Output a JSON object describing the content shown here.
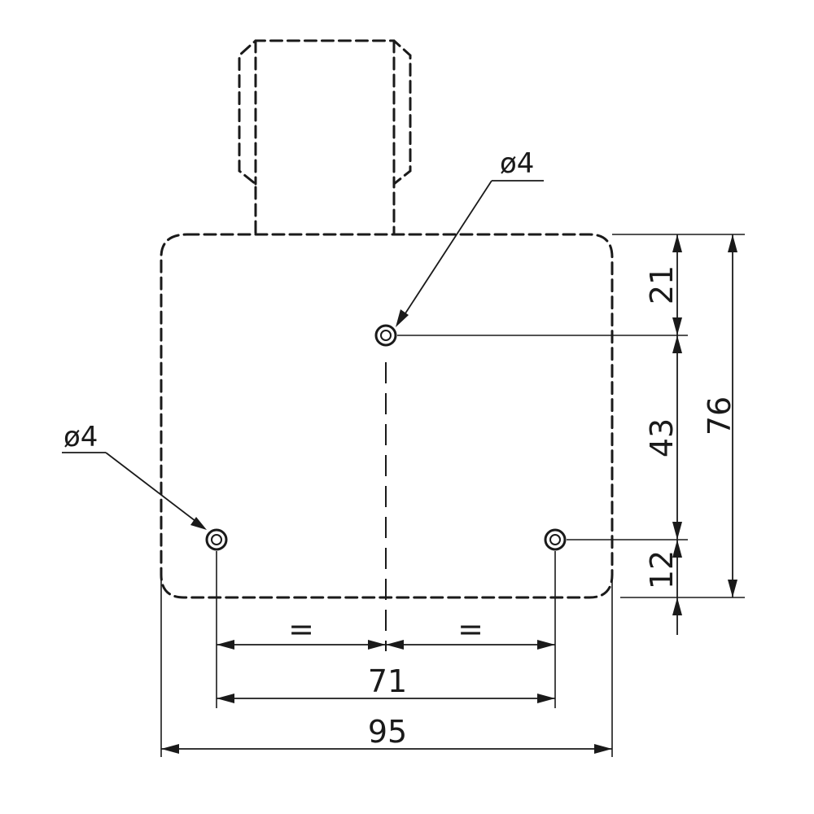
{
  "dimensions": {
    "overall_width": "95",
    "hole_spacing": "71",
    "equal_left": "=",
    "equal_right": "=",
    "overall_height": "76",
    "top_to_hole": "21",
    "hole_to_hole": "43",
    "hole_to_bottom": "12"
  },
  "callouts": {
    "top_hole": "ø4",
    "left_hole": "ø4"
  }
}
